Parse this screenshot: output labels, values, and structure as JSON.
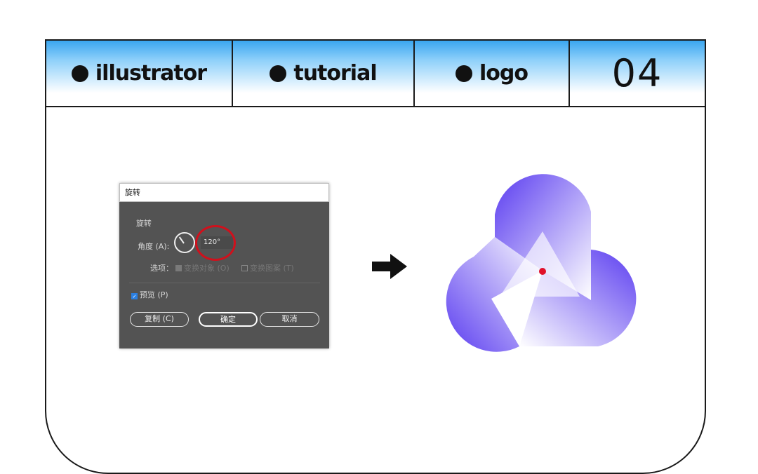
{
  "header": {
    "tags": [
      "illustrator",
      "tutorial",
      "logo"
    ],
    "number": "04"
  },
  "dialog": {
    "title": "旋转",
    "section_label": "旋转",
    "angle_label": "角度 (A):",
    "angle_value": "120°",
    "options_label": "选项：",
    "option_transform_objects": "变换对象 (O)",
    "option_transform_patterns": "变换图案 (T)",
    "preview_label": "预览 (P)",
    "copy_button": "复制 (C)",
    "ok_button": "确定",
    "cancel_button": "取消"
  },
  "colors": {
    "header_gradient_top": "#3aa6f0",
    "logo_purple": "#5a3cf0",
    "logo_center_dot": "#e0102a",
    "highlight_ring": "#d0101c"
  },
  "icons": [
    "arrow-right-icon",
    "dial-icon",
    "checkbox-icon"
  ]
}
